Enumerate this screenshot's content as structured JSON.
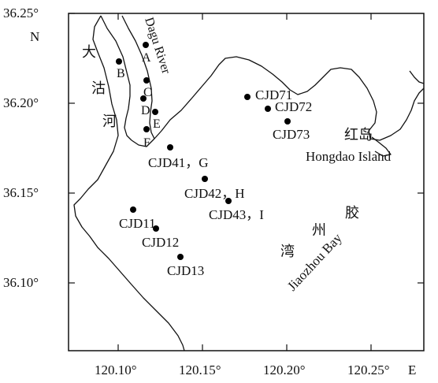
{
  "map": {
    "north_label": "N",
    "axes": {
      "lat_ticks": [
        "36.25°",
        "36.20°",
        "36.15°",
        "36.10°"
      ],
      "lon_ticks": [
        "120.10°",
        "120.15°",
        "120.20°",
        "120.25°"
      ],
      "lon_suffix": "E"
    },
    "river": {
      "name_en": "Dagu River",
      "name_cn": [
        "大",
        "沽",
        "河"
      ]
    },
    "island": {
      "name_cn": "红岛",
      "name_en": "Hongdao Island"
    },
    "bay": {
      "name_cn": [
        "胶",
        "州",
        "湾"
      ],
      "name_en": "Jiaozhou Bay"
    },
    "stations": [
      {
        "label": "A"
      },
      {
        "label": "B"
      },
      {
        "label": "C"
      },
      {
        "label": "D"
      },
      {
        "label": "E"
      },
      {
        "label": "F"
      },
      {
        "label": "CJD41，G"
      },
      {
        "label": "CJD42，H"
      },
      {
        "label": "CJD43，I"
      },
      {
        "label": "CJD71"
      },
      {
        "label": "CJD72"
      },
      {
        "label": "CJD73"
      },
      {
        "label": "CJD11"
      },
      {
        "label": "CJD12"
      },
      {
        "label": "CJD13"
      }
    ]
  }
}
